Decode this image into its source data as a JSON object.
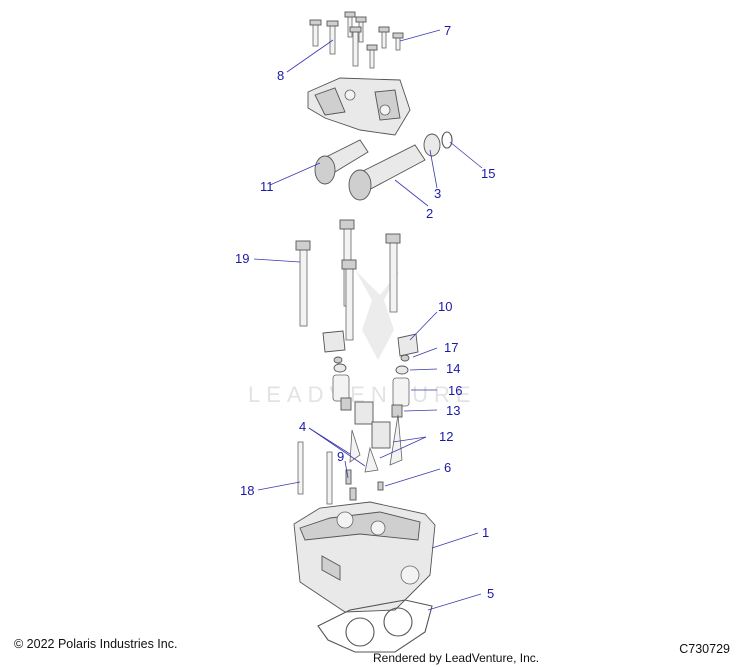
{
  "callouts": {
    "c1": "1",
    "c2": "2",
    "c3": "3",
    "c4": "4",
    "c5": "5",
    "c6": "6",
    "c7": "7",
    "c8": "8",
    "c9": "9",
    "c10": "10",
    "c11": "11",
    "c12": "12",
    "c13": "13",
    "c14": "14",
    "c15": "15",
    "c16": "16",
    "c17": "17",
    "c18": "18",
    "c19": "19"
  },
  "watermark": "LEADVENTURE",
  "footer": {
    "copyright": "© 2022 Polaris Industries Inc.",
    "diagram_code": "C730729",
    "rendered_by": "Rendered by LeadVenture, Inc."
  },
  "colors": {
    "callout": "#1a1aa6",
    "leader": "#3a3ab0"
  }
}
